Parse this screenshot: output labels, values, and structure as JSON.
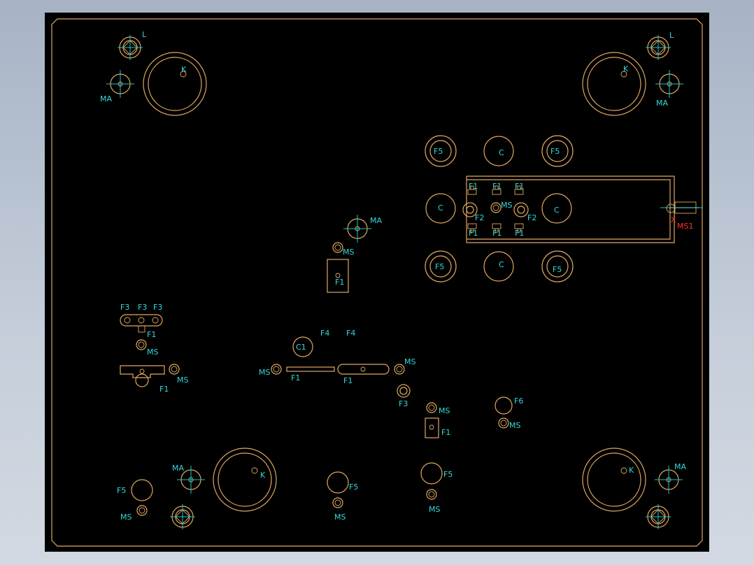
{
  "labels": {
    "L": "L",
    "K": "K",
    "MA": "MA",
    "MS": "MS",
    "MS1": "MS1",
    "C": "C",
    "C1": "C1",
    "F1": "F1",
    "F2": "F2",
    "F3": "F3",
    "F4": "F4",
    "F5": "F5",
    "F6": "F6",
    "X": "X"
  },
  "colors": {
    "outline": "#e0a860",
    "label": "#34d8dc",
    "centerline": "#19c8d0",
    "highlight": "#ff3030",
    "background": "#000000",
    "frame": "#a7b3c5"
  }
}
